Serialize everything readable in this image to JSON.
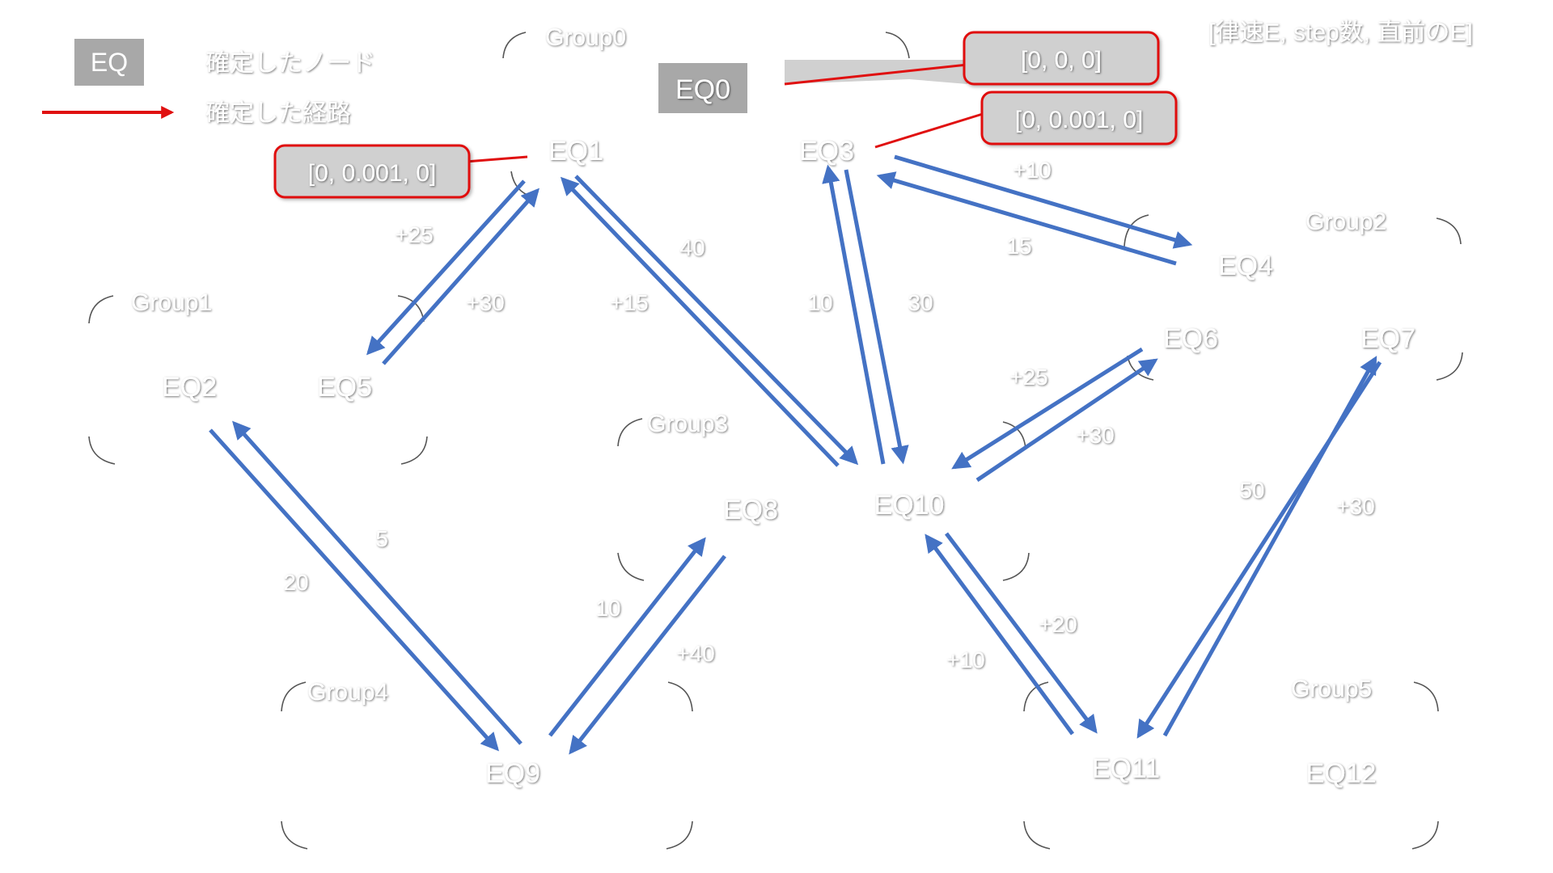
{
  "header": "[律速E, step数, 直前のE]",
  "legend": {
    "node_label": "EQ",
    "node_text": "確定したノード",
    "path_text": "確定した経路"
  },
  "groups": {
    "g0": "Group0",
    "g1": "Group1",
    "g2": "Group2",
    "g3": "Group3",
    "g4": "Group4",
    "g5": "Group5"
  },
  "nodes": {
    "EQ0": "EQ0",
    "EQ1": "EQ1",
    "EQ2": "EQ2",
    "EQ3": "EQ3",
    "EQ4": "EQ4",
    "EQ5": "EQ5",
    "EQ6": "EQ6",
    "EQ7": "EQ7",
    "EQ8": "EQ8",
    "EQ9": "EQ9",
    "EQ10": "EQ10",
    "EQ11": "EQ11",
    "EQ12": "EQ12"
  },
  "callouts": {
    "eq0": "[0, 0, 0]",
    "eq3": "[0, 0.001, 0]",
    "eq1": "[0, 0.001, 0]"
  },
  "edges": {
    "eq1_eq5": "+25",
    "eq5_eq1": "+30",
    "eq1_eq10": "40",
    "eq10_eq1": "+15",
    "eq3_eq10": "30",
    "eq10_eq3": "10",
    "eq3_eq4": "+10",
    "eq4_eq3": "15",
    "eq10_eq6": "+25",
    "eq6_eq10": "+30",
    "eq2_eq9": "5",
    "eq9_eq2": "20",
    "eq9_eq8": "10",
    "eq8_eq9": "+40",
    "eq10_eq11": "+20",
    "eq11_eq10": "+10",
    "eq11_eq7": "50",
    "eq7_eq11": "+30"
  },
  "colors": {
    "arrow": "#4472c4",
    "accent": "#e01010",
    "box": "#a8a8a8",
    "callout_fill": "#d0d0d0",
    "text": "#ffffff",
    "bracket": "#555555"
  }
}
